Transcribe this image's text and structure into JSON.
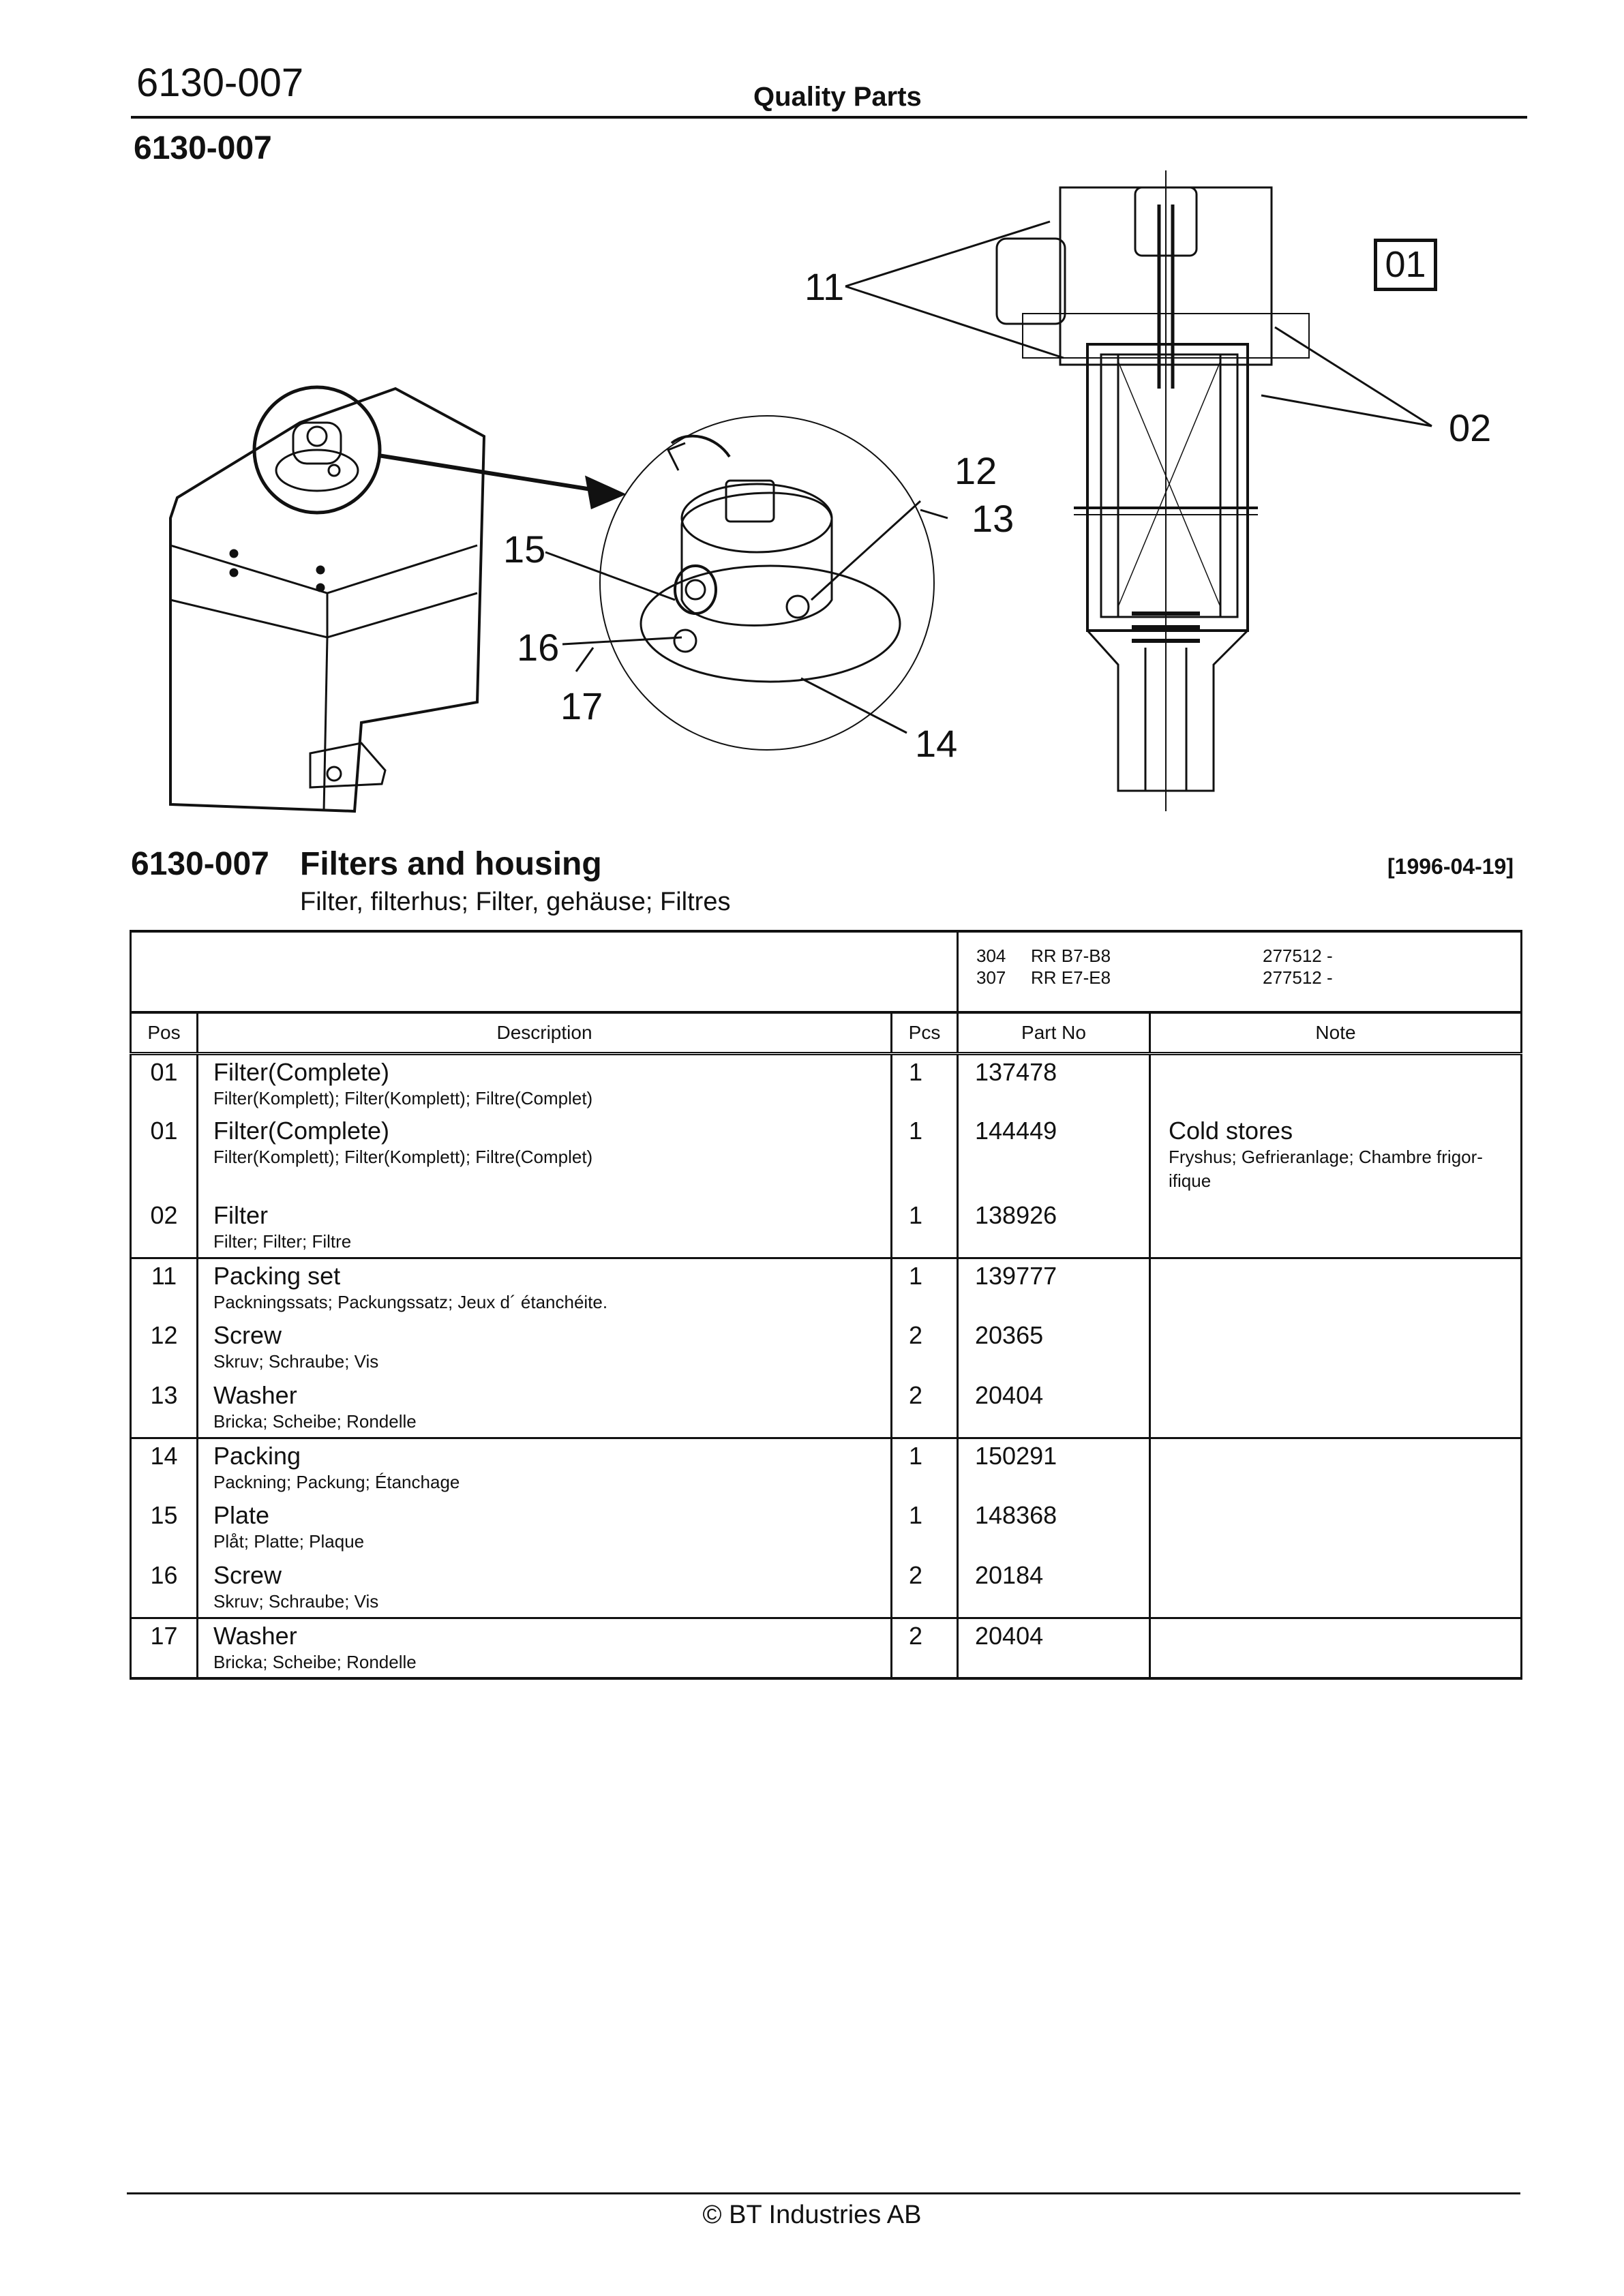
{
  "header": {
    "doc_number": "6130-007",
    "brand": "Quality Parts",
    "sub_number": "6130-007"
  },
  "figure": {
    "callouts": [
      "11",
      "02",
      "12",
      "13",
      "15",
      "16",
      "17",
      "14"
    ],
    "view_box_label": "01"
  },
  "section": {
    "number": "6130-007",
    "title": "Filters and housing",
    "subtitle": "Filter, filterhus; Filter, gehäuse; Filtres",
    "date": "[1996-04-19]"
  },
  "table": {
    "models": [
      {
        "code": "304",
        "model": "RR B7-B8",
        "serial": "277512 -"
      },
      {
        "code": "307",
        "model": "RR E7-E8",
        "serial": "277512 -"
      }
    ],
    "columns": {
      "pos": "Pos",
      "description": "Description",
      "pcs": "Pcs",
      "part_no": "Part No",
      "note": "Note"
    },
    "rows": [
      {
        "pos": "01",
        "desc": "Filter(Complete)",
        "desc_tr": "Filter(Komplett); Filter(Komplett); Filtre(Complet)",
        "pcs": "1",
        "part_no": "137478",
        "note": "",
        "note_tr": ""
      },
      {
        "pos": "01",
        "desc": "Filter(Complete)",
        "desc_tr": "Filter(Komplett); Filter(Komplett); Filtre(Complet)",
        "pcs": "1",
        "part_no": "144449",
        "note": "Cold stores",
        "note_tr": "Fryshus; Gefrieranlage; Chambre frigor-ifique"
      },
      {
        "pos": "02",
        "desc": "Filter",
        "desc_tr": "Filter; Filter; Filtre",
        "pcs": "1",
        "part_no": "138926",
        "note": "",
        "note_tr": ""
      },
      {
        "pos": "11",
        "desc": "Packing set",
        "desc_tr": "Packningssats; Packungssatz; Jeux d´ étanchéite.",
        "pcs": "1",
        "part_no": "139777",
        "note": "",
        "note_tr": ""
      },
      {
        "pos": "12",
        "desc": "Screw",
        "desc_tr": "Skruv; Schraube; Vis",
        "pcs": "2",
        "part_no": "20365",
        "note": "",
        "note_tr": ""
      },
      {
        "pos": "13",
        "desc": "Washer",
        "desc_tr": "Bricka; Scheibe; Rondelle",
        "pcs": "2",
        "part_no": "20404",
        "note": "",
        "note_tr": ""
      },
      {
        "pos": "14",
        "desc": "Packing",
        "desc_tr": "Packning; Packung; Étanchage",
        "pcs": "1",
        "part_no": "150291",
        "note": "",
        "note_tr": ""
      },
      {
        "pos": "15",
        "desc": "Plate",
        "desc_tr": "Plåt; Platte; Plaque",
        "pcs": "1",
        "part_no": "148368",
        "note": "",
        "note_tr": ""
      },
      {
        "pos": "16",
        "desc": "Screw",
        "desc_tr": "Skruv; Schraube; Vis",
        "pcs": "2",
        "part_no": "20184",
        "note": "",
        "note_tr": ""
      },
      {
        "pos": "17",
        "desc": "Washer",
        "desc_tr": "Bricka; Scheibe; Rondelle",
        "pcs": "2",
        "part_no": "20404",
        "note": "",
        "note_tr": ""
      }
    ]
  },
  "footer": {
    "copyright": "© BT Industries AB"
  }
}
